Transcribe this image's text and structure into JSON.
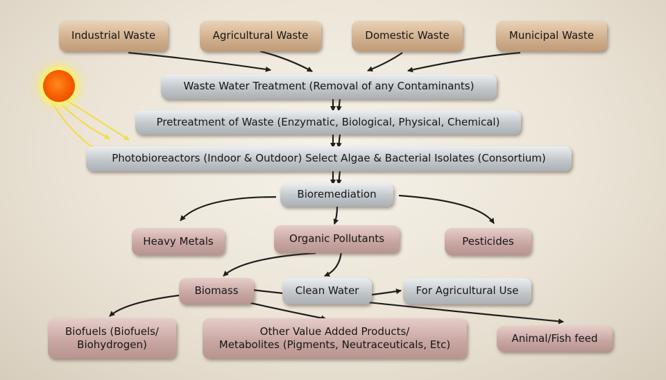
{
  "sources": [
    "Industrial Waste",
    "Agricultural Waste",
    "Domestic Waste",
    "Municipal Waste"
  ],
  "process": {
    "treatment": "Waste Water Treatment (Removal of any Contaminants)",
    "pretreatment": "Pretreatment of Waste (Enzymatic, Biological, Physical, Chemical)",
    "photobioreactors": "Photobioreactors (Indoor & Outdoor) Select Algae & Bacterial Isolates (Consortium)",
    "bioremediation": "Bioremediation"
  },
  "targets": {
    "heavy_metals": "Heavy Metals",
    "organic_pollutants": "Organic Pollutants",
    "pesticides": "Pesticides"
  },
  "outputs": {
    "biomass": "Biomass",
    "clean_water": "Clean Water",
    "agricultural_use": "For Agricultural Use"
  },
  "products": {
    "biofuels_line1": "Biofuels (Biofuels/",
    "biofuels_line2": "Biohydrogen)",
    "value_added_line1": "Other Value Added Products/",
    "value_added_line2": "Metabolites (Pigments, Neutraceuticals, Etc)",
    "animal_feed": "Animal/Fish feed"
  },
  "icons": {
    "sun": "sun-icon"
  },
  "colors": {
    "tan": "#d4b594",
    "gray": "#c4c9cd",
    "mauve": "#c9a9a5",
    "arrow": "#1e1e1e",
    "sunlight": "#f2dc4a"
  }
}
